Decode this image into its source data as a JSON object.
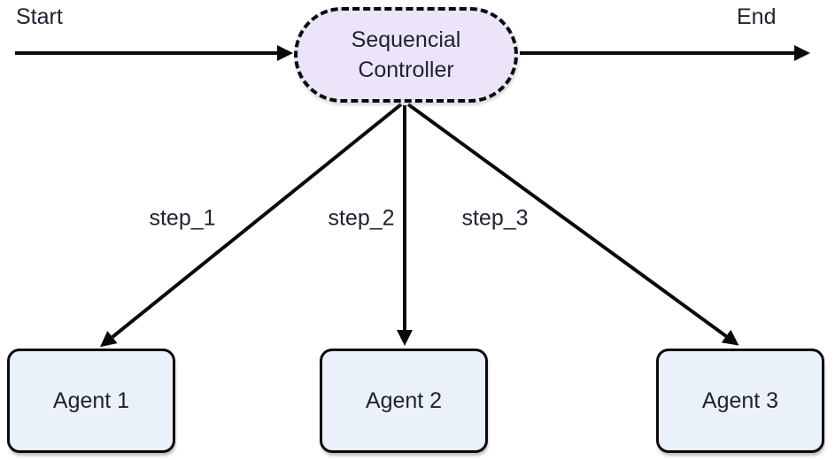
{
  "diagram": {
    "start_label": "Start",
    "end_label": "End",
    "controller": {
      "label": "Sequencial Controller",
      "line1": "Sequencial",
      "line2": "Controller"
    },
    "edges": [
      {
        "from": "Sequencial Controller",
        "to": "Agent 1",
        "label": "step_1"
      },
      {
        "from": "Sequencial Controller",
        "to": "Agent 2",
        "label": "step_2"
      },
      {
        "from": "Sequencial Controller",
        "to": "Agent 3",
        "label": "step_3"
      }
    ],
    "agents": [
      {
        "label": "Agent 1"
      },
      {
        "label": "Agent 2"
      },
      {
        "label": "Agent 3"
      }
    ],
    "colors": {
      "controller_fill": "#ece5f9",
      "agent_fill": "#ebf1fb",
      "line": "#0a0a0a",
      "text": "#1f2130",
      "background": "#ffffff"
    }
  }
}
